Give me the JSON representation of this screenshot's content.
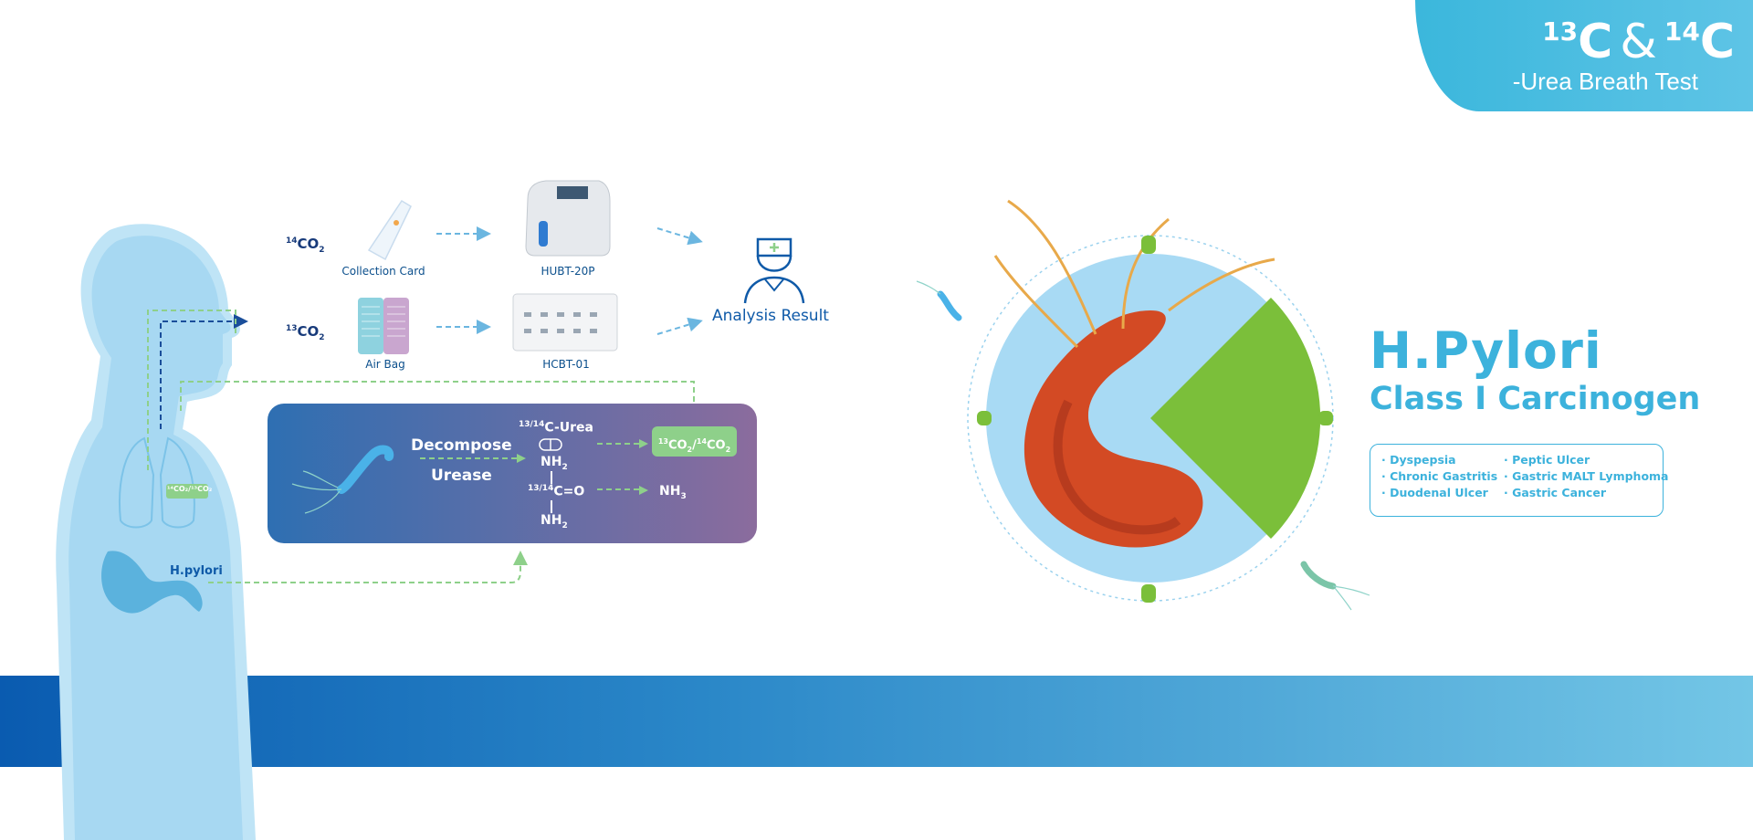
{
  "header": {
    "mass1": "13",
    "element1": "C",
    "amp": "&",
    "mass2": "14",
    "element2": "C",
    "subtitle": "-Urea Breath Test"
  },
  "devices": {
    "collection_card": "Collection Card",
    "hubt": "HUBT-20P",
    "air_bag": "Air Bag",
    "hcbt": "HCBT-01",
    "co2_14_mass": "14",
    "co2_13_mass": "13",
    "co2_formula": "CO",
    "co2_sub": "2"
  },
  "analysis": {
    "label": "Analysis Result"
  },
  "process": {
    "decompose": "Decompose",
    "urease": "Urease",
    "urea_mass": "13/14",
    "urea_label": "C-Urea",
    "nh2_top": "NH",
    "nh2_sub": "2",
    "carbon_mass": "13/14",
    "carbon_label": "C=O",
    "nh2_bottom": "NH",
    "nh3": "NH",
    "nh3_sub": "3",
    "result_mass1": "13",
    "result_mass2": "14",
    "result_co": "CO",
    "result_sub": "2",
    "result_sep": "/"
  },
  "body": {
    "hpylori": "H.pylori",
    "lung_label": "¹⁴CO₂/¹³CO₂"
  },
  "panel": {
    "title": "H.Pylori",
    "subtitle": "Class I Carcinogen",
    "diseases_left": [
      "· Dyspepsia",
      "· Chronic Gastritis",
      "· Duodenal Ulcer"
    ],
    "diseases_right": [
      "· Peptic Ulcer",
      "· Gastric MALT Lymphoma",
      "· Gastric Cancer"
    ]
  },
  "colors": {
    "accent": "#3cb2dc",
    "navy": "#0b4f8c",
    "green": "#7bbf3a",
    "arrow_blue": "#6bb6e0"
  },
  "icons": [
    "doctor-icon",
    "bacterium-icon",
    "capsule-icon",
    "breath-analyzer-icon"
  ]
}
